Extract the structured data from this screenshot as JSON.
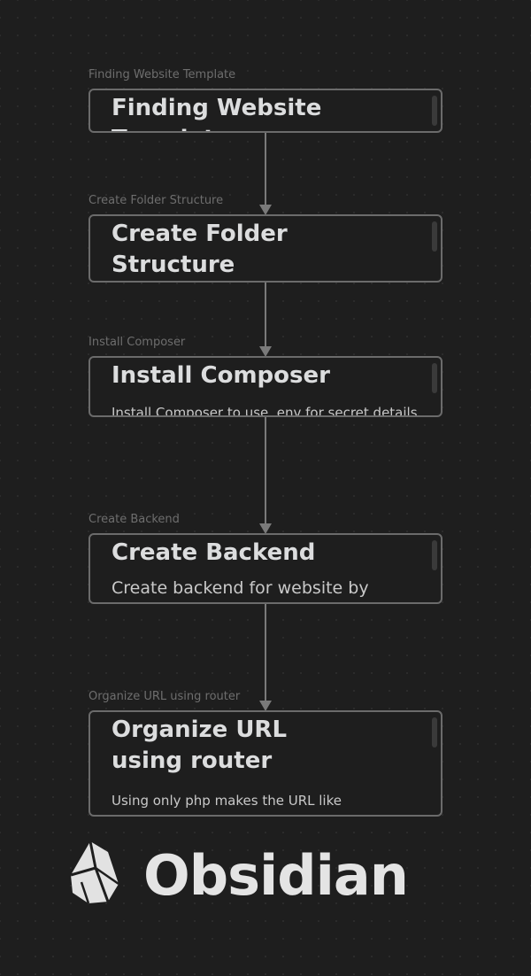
{
  "canvas": {
    "nodes": [
      {
        "label": "Finding Website Template",
        "title": "Finding Website Template",
        "body": ""
      },
      {
        "label": "Create Folder Structure",
        "title": "Create Folder Structure",
        "body": ""
      },
      {
        "label": "Install Composer",
        "title": "Install Composer",
        "body": "Install Composer to use .env for secret details"
      },
      {
        "label": "Create Backend",
        "title": "Create Backend",
        "body": "Create backend for website by"
      },
      {
        "label": "Organize URL using router",
        "title": "Organize URL using router",
        "body": "Using only php makes the URL like"
      }
    ]
  },
  "branding": {
    "app_name": "Obsidian",
    "icon": "obsidian-logo-icon"
  },
  "colors": {
    "background": "#1e1e1e",
    "node_border": "#6b6b6b",
    "edge": "#7a7a7a",
    "text": "#dcddde"
  }
}
